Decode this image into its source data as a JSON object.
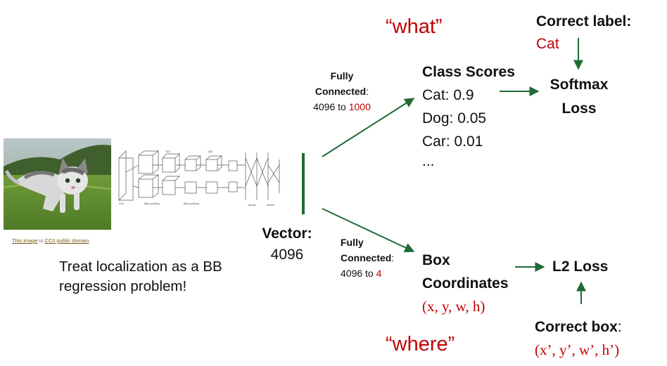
{
  "labels": {
    "what": "“what”",
    "where": "“where”",
    "correct_label_title": "Correct label:",
    "correct_label_value": "Cat",
    "class_scores_title": "Class Scores",
    "scores": [
      "Cat: 0.9",
      "Dog: 0.05",
      "Car: 0.01",
      "..."
    ],
    "softmax_loss_line1": "Softmax",
    "softmax_loss_line2": "Loss",
    "fc_top_line1": "Fully",
    "fc_top_line2_bold": "Connected",
    "fc_top_line2_rest": ":",
    "fc_top_line3_prefix": "4096 to ",
    "fc_top_line3_value": "1000",
    "fc_bottom_line1": "Fully",
    "fc_bottom_line2_bold": "Connected",
    "fc_bottom_line2_rest": ":",
    "fc_bottom_line3_prefix": "4096 to ",
    "fc_bottom_line3_value": "4",
    "vector_title": "Vector:",
    "vector_value": "4096",
    "box_coords_line1": "Box",
    "box_coords_line2": "Coordinates",
    "box_coords_value": "(x, y, w, h)",
    "l2_loss": "L2 Loss",
    "correct_box_title": "Correct box",
    "correct_box_colon": ":",
    "correct_box_value": "(x’, y’, w’, h’)",
    "treat_line1": "Treat localization as a BB",
    "treat_line2": "regression problem!",
    "credit_link1": "This image",
    "credit_mid": " is ",
    "credit_link2": "CC0 public domain"
  },
  "colors": {
    "arrow_green": "#1f6b35",
    "red": "#c00000"
  },
  "icons": {
    "cat_photo": "cat-photo",
    "network_diagram": "alexnet-diagram"
  }
}
